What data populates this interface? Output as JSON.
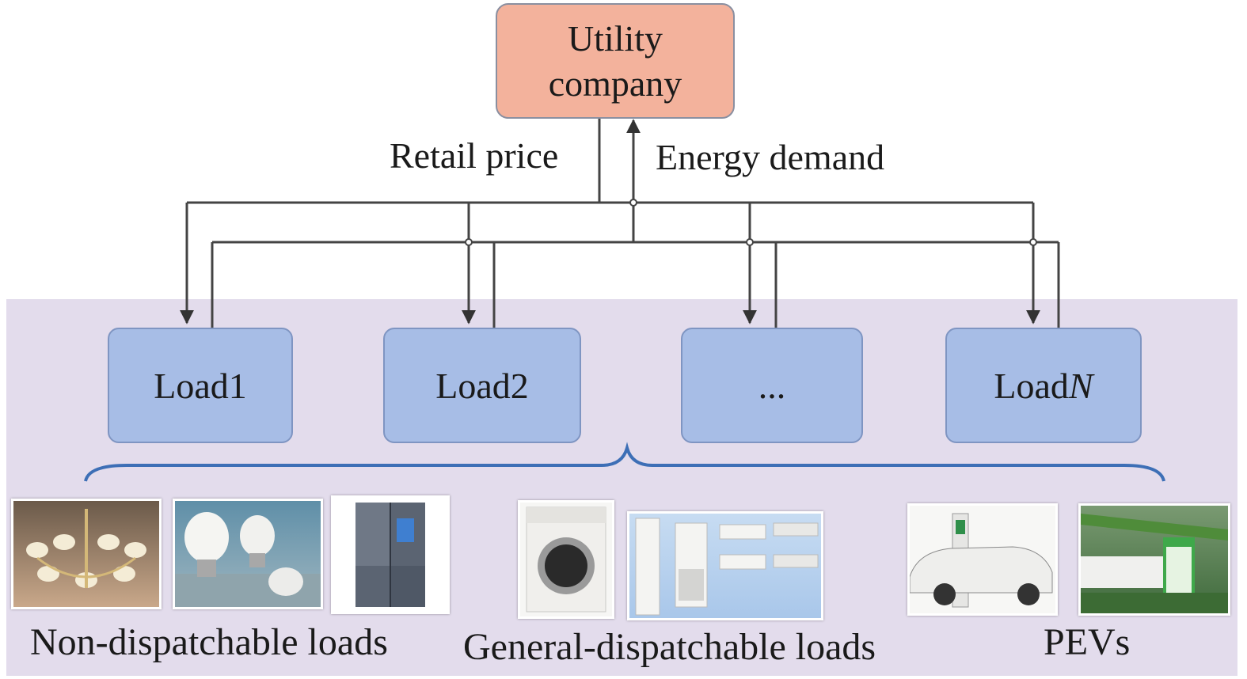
{
  "utility": {
    "line1": "Utility",
    "line2": "company"
  },
  "signals": {
    "retail_price": "Retail price",
    "energy_demand": "Energy demand"
  },
  "loads": [
    {
      "prefix": "Load ",
      "suffix": "1"
    },
    {
      "prefix": "Load ",
      "suffix": "2"
    },
    {
      "prefix": "...",
      "suffix": ""
    },
    {
      "prefix": "Load ",
      "suffix": "N"
    }
  ],
  "categories": {
    "non_dispatchable": "Non-dispatchable loads",
    "general_dispatchable": "General-dispatchable loads",
    "pevs": "PEVs"
  },
  "colors": {
    "utility_fill": "#f3b29c",
    "load_fill": "#a7bde6",
    "band_fill": "#e3dcec",
    "brace": "#3d6fb6"
  }
}
